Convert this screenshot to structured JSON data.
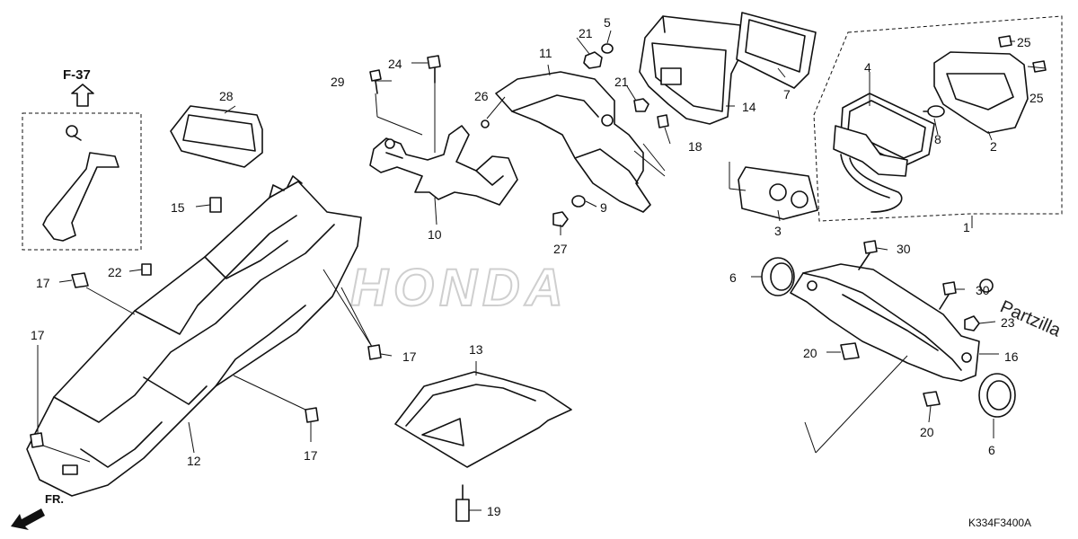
{
  "diagram": {
    "reference": {
      "label": "F-37"
    },
    "diagram_code": "K334F3400A",
    "front_indicator": "FR.",
    "watermark": "Partzilla",
    "background_logo": "HONDA",
    "callouts": [
      {
        "id": "c1",
        "label": "1"
      },
      {
        "id": "c2",
        "label": "2"
      },
      {
        "id": "c3",
        "label": "3"
      },
      {
        "id": "c4",
        "label": "4"
      },
      {
        "id": "c5",
        "label": "5"
      },
      {
        "id": "c6a",
        "label": "6"
      },
      {
        "id": "c6b",
        "label": "6"
      },
      {
        "id": "c7",
        "label": "7"
      },
      {
        "id": "c8",
        "label": "8"
      },
      {
        "id": "c9",
        "label": "9"
      },
      {
        "id": "c10",
        "label": "10"
      },
      {
        "id": "c11",
        "label": "11"
      },
      {
        "id": "c12",
        "label": "12"
      },
      {
        "id": "c13",
        "label": "13"
      },
      {
        "id": "c14",
        "label": "14"
      },
      {
        "id": "c15",
        "label": "15"
      },
      {
        "id": "c16",
        "label": "16"
      },
      {
        "id": "c17a",
        "label": "17"
      },
      {
        "id": "c17b",
        "label": "17"
      },
      {
        "id": "c17c",
        "label": "17"
      },
      {
        "id": "c17d",
        "label": "17"
      },
      {
        "id": "c18",
        "label": "18"
      },
      {
        "id": "c19",
        "label": "19"
      },
      {
        "id": "c20a",
        "label": "20"
      },
      {
        "id": "c20b",
        "label": "20"
      },
      {
        "id": "c21a",
        "label": "21"
      },
      {
        "id": "c21b",
        "label": "21"
      },
      {
        "id": "c22",
        "label": "22"
      },
      {
        "id": "c23",
        "label": "23"
      },
      {
        "id": "c24",
        "label": "24"
      },
      {
        "id": "c25a",
        "label": "25"
      },
      {
        "id": "c25b",
        "label": "25"
      },
      {
        "id": "c26",
        "label": "26"
      },
      {
        "id": "c27",
        "label": "27"
      },
      {
        "id": "c28",
        "label": "28"
      },
      {
        "id": "c29",
        "label": "29"
      },
      {
        "id": "c30a",
        "label": "30"
      },
      {
        "id": "c30b",
        "label": "30"
      }
    ]
  }
}
